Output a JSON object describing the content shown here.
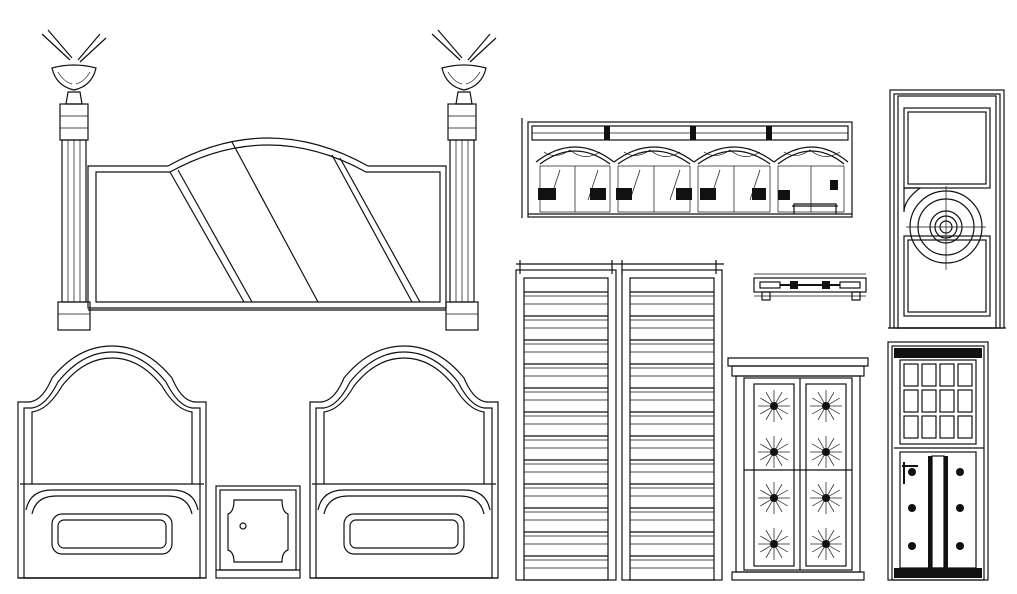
{
  "sheet": {
    "background": "#ffffff",
    "line_color": "#111111"
  },
  "drawings": [
    {
      "id": "bed-headboard-with-columns"
    },
    {
      "id": "arched-window-elevation"
    },
    {
      "id": "panel-door-elevation"
    },
    {
      "id": "sliding-louvered-doors"
    },
    {
      "id": "door-plan-section"
    },
    {
      "id": "single-headboard-left"
    },
    {
      "id": "nightstand-elevation"
    },
    {
      "id": "single-headboard-right"
    },
    {
      "id": "carved-wardrobe-elevation"
    },
    {
      "id": "security-door-elevation"
    }
  ]
}
